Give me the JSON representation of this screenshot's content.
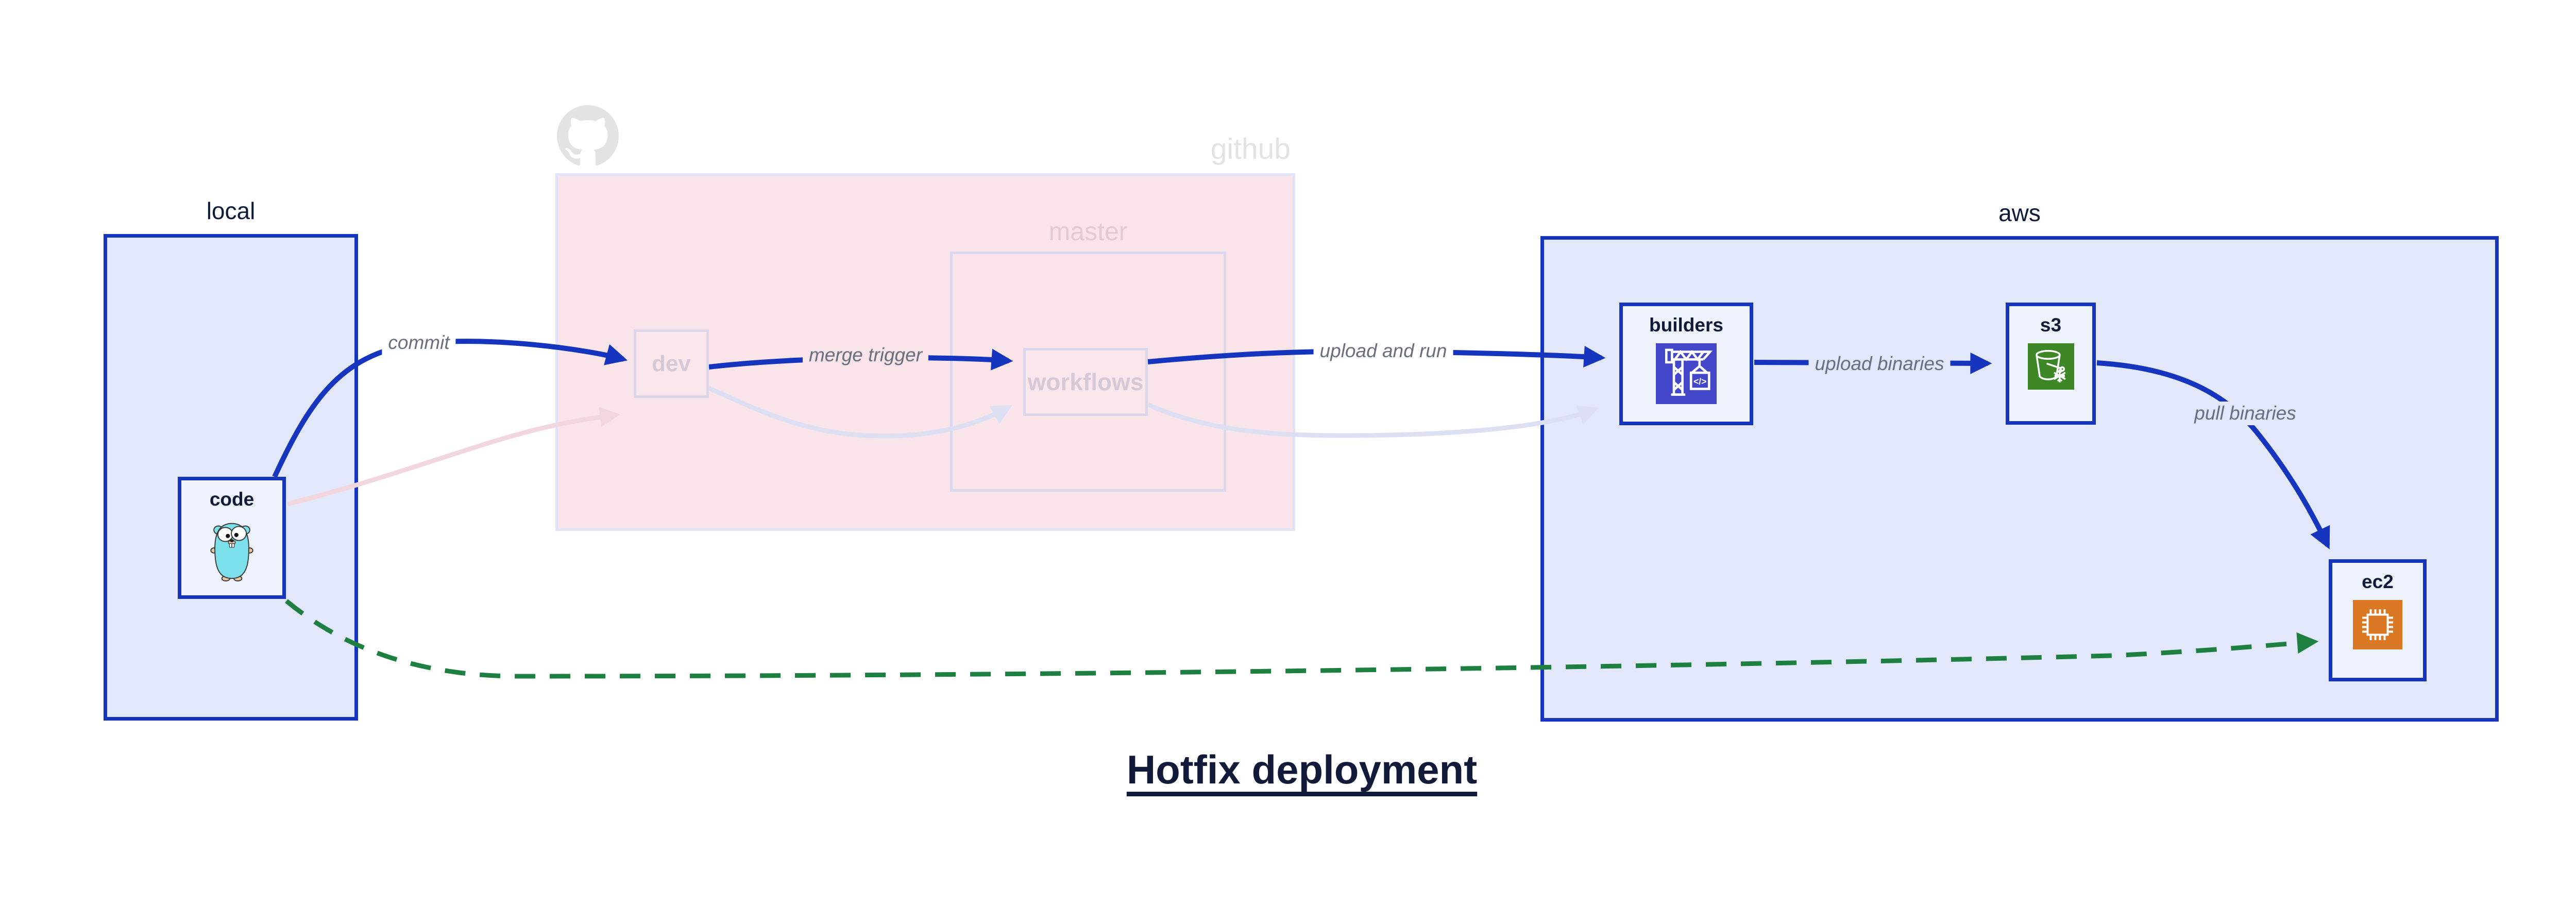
{
  "title": {
    "text": "Hotfix deployment"
  },
  "groups": {
    "local": {
      "label": "local"
    },
    "github": {
      "label": "github",
      "master": {
        "label": "master"
      }
    },
    "aws": {
      "label": "aws"
    }
  },
  "nodes": {
    "code": {
      "label": "code",
      "icon": "go-gopher-icon"
    },
    "dev": {
      "label": "dev"
    },
    "workflows": {
      "label": "workflows"
    },
    "builders": {
      "label": "builders",
      "icon": "codebuild-crane-icon",
      "icon_glyph": "</>"
    },
    "s3": {
      "label": "s3",
      "icon": "s3-bucket-snowflake-icon"
    },
    "ec2": {
      "label": "ec2",
      "icon": "ec2-chip-icon"
    }
  },
  "edges": {
    "commit": {
      "label": "commit",
      "style": "solid-blue"
    },
    "merge_trigger": {
      "label": "merge trigger",
      "style": "solid-blue"
    },
    "upload_and_run": {
      "label": "upload and run",
      "style": "solid-blue"
    },
    "upload_binaries": {
      "label": "upload binaries",
      "style": "solid-blue"
    },
    "pull_binaries": {
      "label": "pull binaries",
      "style": "solid-blue"
    },
    "hotfix_path": {
      "from": "code",
      "to": "ec2",
      "style": "dashed-green"
    },
    "faded_commit": {
      "from": "code",
      "to": "dev",
      "style": "faded-pink"
    },
    "faded_merge": {
      "from": "dev",
      "to": "workflows",
      "style": "faded-lavender"
    },
    "faded_upload": {
      "from": "workflows",
      "to": "builders",
      "style": "faded-lavender"
    }
  },
  "colors": {
    "edge_blue": "#1635BE",
    "node_border_blue": "#1535BD",
    "group_fill_blue": "#E2E8F9",
    "node_fill": "#EEF2FC",
    "github_fill_pink": "#F9E4E9",
    "faded_border_lavender": "#DBD8ED",
    "faded_node_text": "#D5C9D8",
    "github_label_gray": "#E3E3E3",
    "master_label_pinkish": "#E2CBD3",
    "edge_label_gray": "#68707F",
    "faded_edge_pink": "#F2D7DF",
    "faded_edge_lavender": "#DCE0F2",
    "hotfix_green": "#1E8040",
    "builders_icon_bg": "#4547CB",
    "s3_icon_bg": "#3E8727",
    "ec2_icon_bg": "#DB7823",
    "gopher_teal": "#7CE0EA",
    "title_navy": "#111A38"
  }
}
